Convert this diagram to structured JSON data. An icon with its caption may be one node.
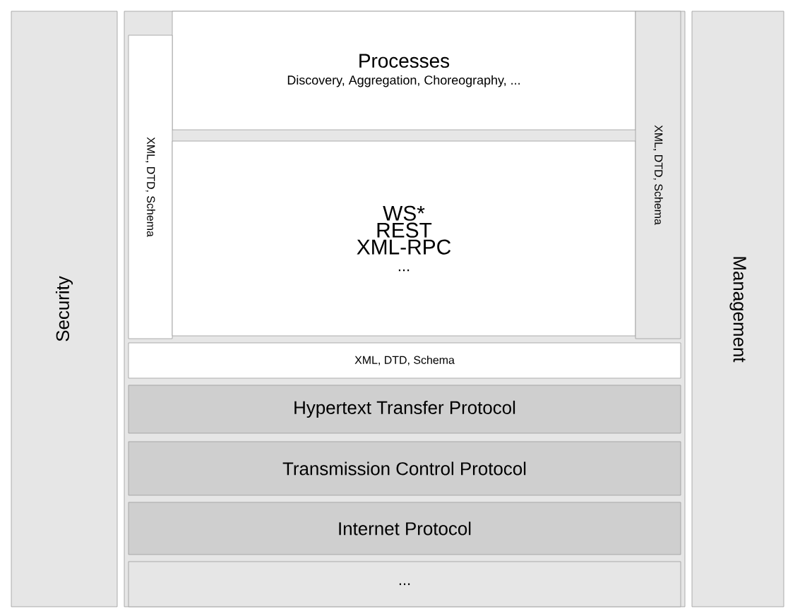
{
  "diagram": {
    "nodes": [
      {
        "text": [
          "Security"
        ]
      },
      {
        "text": [
          "Processes",
          "Discovery, Aggregation, Choreography, ..."
        ]
      },
      {
        "text": [
          "XML, DTD, Schema"
        ]
      },
      {
        "text": [
          "WS*",
          "REST",
          "XML-RPC",
          "..."
        ]
      },
      {
        "text": [
          "XML, DTD, Schema"
        ]
      },
      {
        "text": [
          "Management"
        ]
      },
      {
        "text": [
          "XML, DTD, Schema"
        ]
      },
      {
        "text": [
          "Hypertext Transfer Protocol"
        ]
      },
      {
        "text": [
          "Transmission Control Protocol"
        ]
      },
      {
        "text": [
          "Internet Protocol"
        ]
      },
      {
        "text": [
          "..."
        ]
      }
    ]
  }
}
